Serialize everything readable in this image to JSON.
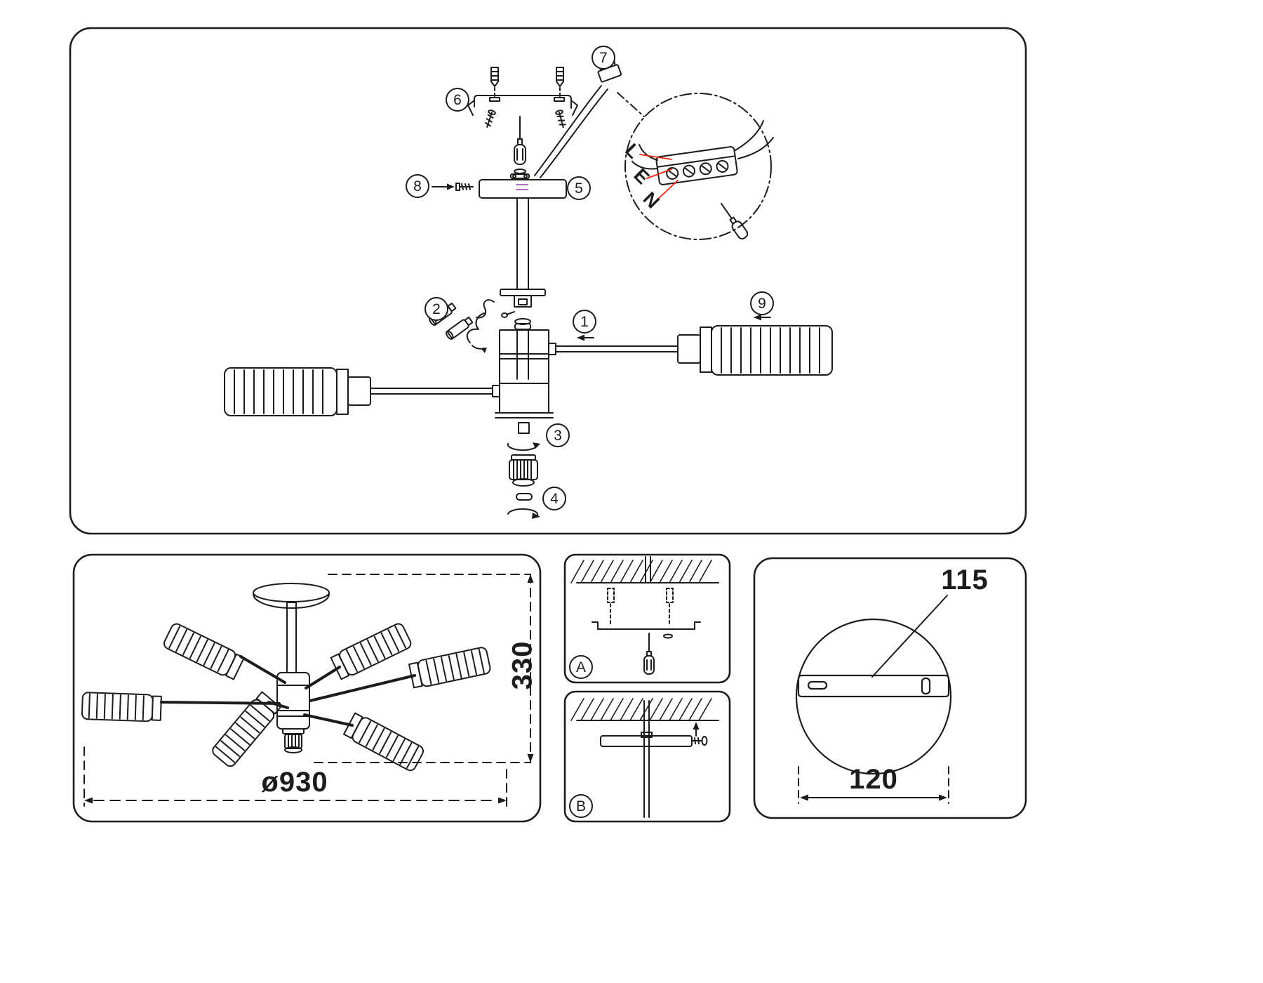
{
  "sheet": {
    "ink": "#1c1c1c",
    "red": "#e8220c",
    "purple": "#b06cc9"
  },
  "main_diagram": {
    "steps": [
      "1",
      "2",
      "3",
      "4",
      "5",
      "6",
      "7",
      "8",
      "9"
    ],
    "wire_labels": [
      "L",
      "E",
      "N"
    ]
  },
  "overview_panel": {
    "diameter": "ø930",
    "height": "330"
  },
  "detail_panels": [
    {
      "label": "A"
    },
    {
      "label": "B"
    }
  ],
  "base_plate_panel": {
    "hole_spacing": "115",
    "plate_width": "120"
  }
}
